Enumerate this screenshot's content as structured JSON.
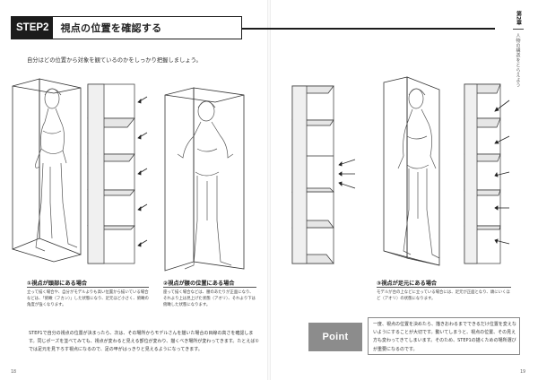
{
  "header": {
    "step_label": "STEP2",
    "title": "視点の位置を確認する"
  },
  "intro": "自分はどの位置から対象を観ているのかをしっかり把握しましょう。",
  "chapter_tab": {
    "number": "第2章",
    "name": "人物の構造をとらえよう"
  },
  "cases": [
    {
      "title": "①視点が頭部にある場合",
      "body": "立って描く場合や、自分がモデルよりも高い位置から描いている場合などは、「俯瞰（フカン）」した状態になり、足元ほど小さく、俯瞰の角度が強くなります。"
    },
    {
      "title": "②視点が腰の位置にある場合",
      "body": "座って描く場合などは、腰のあたりが正面になり、それより上は見上げた状態（アオリ）、それより下は俯瞰した状態になります。"
    },
    {
      "title": "③視点が足元にある場合",
      "body": "モデルが台の上などに立っている場合には、足元が正面となり、頭にいくほど（アオリ）の状態になります。"
    }
  ],
  "main_text": "STEP1で自分の視点の位置が決まったら、次は、その場所からモデルさんを描いた場合の目線の高さを確認します。同じポーズを並べてみても、視点が変わると見える部位が変わり、描くべき場所が変わってきます。たとえば①では足元を見下ろす視点になるので、足の甲がはっきりと見えるようになってきます。",
  "point": {
    "badge": "Point",
    "text": "一度、視点の位置を決めたら、描きおわるまでできるだけ位置を変えないようにすることが大切です。動いてしまうと、視点の位置、その見え方も変わってきてしまいます。そのため、STEP1の描くための場所選びが重要になるのです。"
  },
  "page_numbers": {
    "left": "18",
    "right": "19"
  }
}
